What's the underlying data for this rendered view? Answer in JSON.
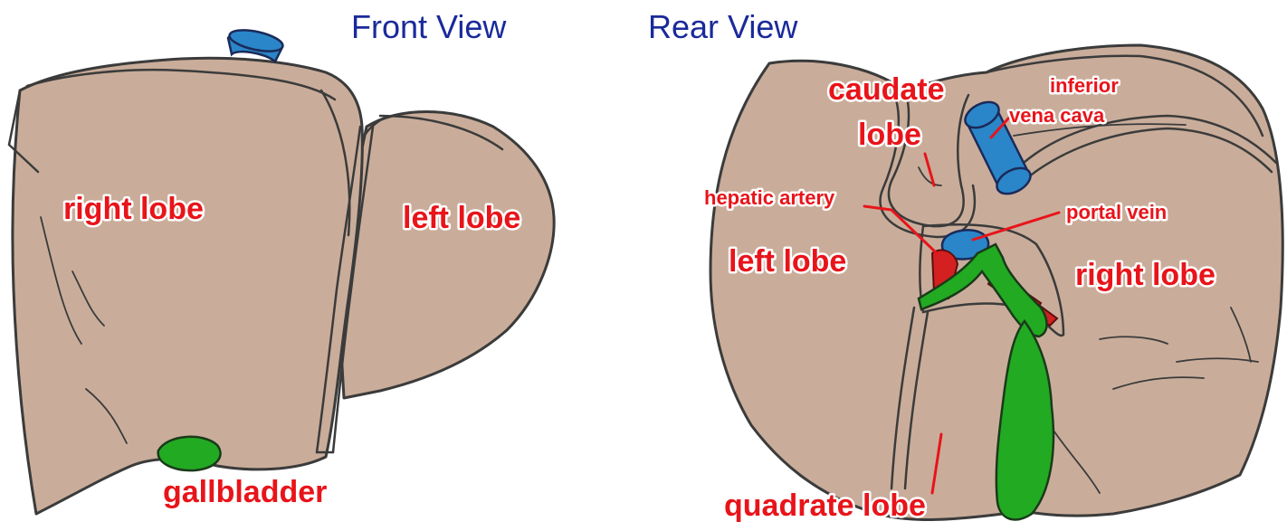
{
  "titles": {
    "front": "Front View",
    "rear": "Rear View"
  },
  "front_labels": {
    "right_lobe": "right lobe",
    "left_lobe": "left lobe",
    "gallbladder": "gallbladder"
  },
  "rear_labels": {
    "caudate_lobe_line1": "caudate",
    "caudate_lobe_line2": "lobe",
    "inferior_vena_cava_line1": "inferior",
    "inferior_vena_cava_line2": "vena cava",
    "hepatic_artery": "hepatic artery",
    "portal_vein": "portal vein",
    "left_lobe": "left lobe",
    "right_lobe": "right lobe",
    "quadrate_lobe": "quadrate lobe"
  },
  "colors": {
    "liver": "#c9ad9a",
    "vein": "#2a86c8",
    "gallbladder": "#22aa22",
    "artery": "#d42020",
    "label": "#e8141a",
    "title": "#1a2a9a"
  }
}
